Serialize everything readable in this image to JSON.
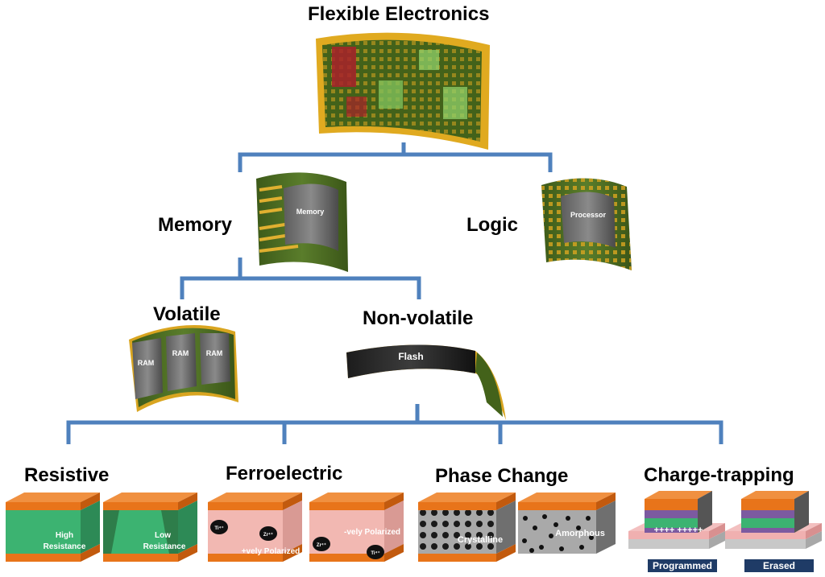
{
  "title": "Flexible Electronics",
  "level1": {
    "memory": "Memory",
    "logic": "Logic"
  },
  "level2": {
    "volatile": "Volatile",
    "nonvolatile": "Non-volatile"
  },
  "chips": {
    "memory_chip": "Memory",
    "processor_chip": "Processor",
    "ram": [
      "RAM",
      "RAM",
      "RAM"
    ],
    "flash": "Flash"
  },
  "types": {
    "resistive": "Resistive",
    "ferroelectric": "Ferroelectric",
    "phase_change": "Phase Change",
    "charge_trapping": "Charge-trapping"
  },
  "cells": {
    "high_resistance": [
      "High",
      "Resistance"
    ],
    "low_resistance": [
      "Low",
      "Resistance"
    ],
    "positive_polarized": "+vely Polarized",
    "negative_polarized": "-vely Polarized",
    "ti_ion": "Ti⁴⁺",
    "zr_ion": "Zr⁴⁺",
    "crystalline": "Crystalline",
    "amorphous": "Amorphous",
    "charges": "++++  +++++",
    "programmed": "Programmed",
    "erased": "Erased"
  },
  "colors": {
    "connector": "#4f81bd",
    "electrode": "#e8741a",
    "resistive_green": "#3cb371",
    "ferro_pink": "#f2b8b2",
    "pcm_gray": "#8c8c8c",
    "substrate_gold": "#d9a520",
    "substrate_green": "#4b6b22",
    "tag_navy": "#1f3b66"
  }
}
